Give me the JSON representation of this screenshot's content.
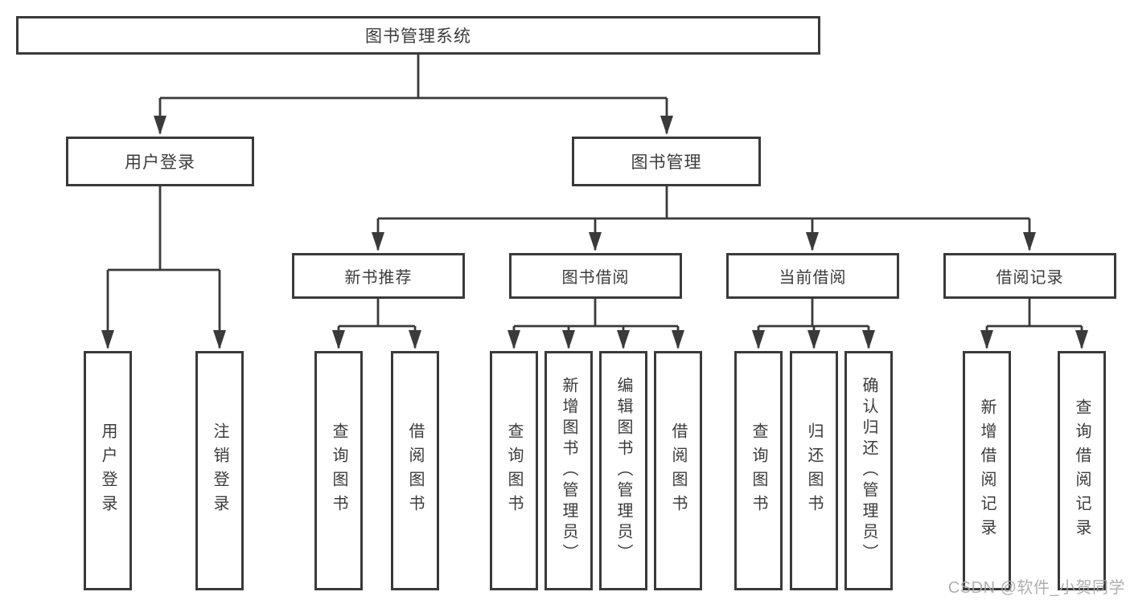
{
  "colors": {
    "line": "#3a3a3a",
    "text": "#3b3b3b",
    "watermark": "#a9a9a9",
    "background": "#ffffff"
  },
  "watermark": {
    "text": "CSDN @软件_小贺同学"
  },
  "tree": {
    "root": {
      "label": "图书管理系统",
      "children": [
        {
          "label": "用户登录",
          "children": [
            {
              "label": "用户登录"
            },
            {
              "label": "注销登录"
            }
          ]
        },
        {
          "label": "图书管理",
          "children": [
            {
              "label": "新书推荐",
              "children": [
                {
                  "label": "查询图书"
                },
                {
                  "label": "借阅图书"
                }
              ]
            },
            {
              "label": "图书借阅",
              "children": [
                {
                  "label": "查询图书"
                },
                {
                  "label": "新增图书（管理员）"
                },
                {
                  "label": "编辑图书（管理员）"
                },
                {
                  "label": "借阅图书"
                }
              ]
            },
            {
              "label": "当前借阅",
              "children": [
                {
                  "label": "查询图书"
                },
                {
                  "label": "归还图书"
                },
                {
                  "label": "确认归还（管理员）"
                }
              ]
            },
            {
              "label": "借阅记录",
              "children": [
                {
                  "label": "新增借阅记录"
                },
                {
                  "label": "查询借阅记录"
                }
              ]
            }
          ]
        }
      ]
    }
  }
}
